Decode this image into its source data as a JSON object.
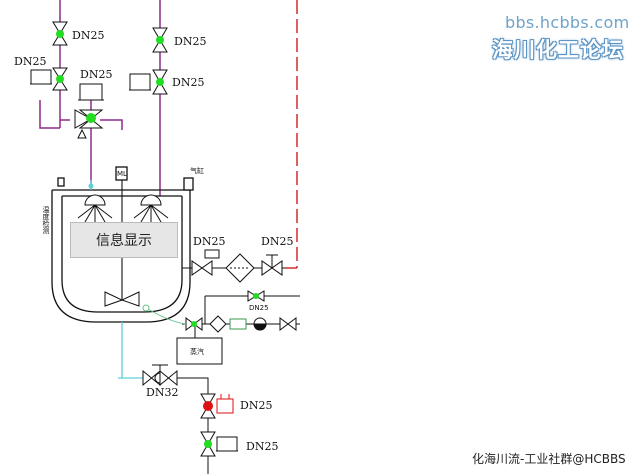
{
  "watermark": {
    "site_url": "bbs.hcbbs.com",
    "site_name": "海川化工论坛",
    "footer": "化海川流-工业社群@HCBBS"
  },
  "vessel": {
    "info_panel": "信息显示",
    "level_tag": "ML",
    "gas_tag": "气缸",
    "side_tag": "温度检测",
    "pump_tag": "蒸汽"
  },
  "valve_labels": {
    "top_left_1": "DN25",
    "top_left_2": "DN25",
    "top_left_3": "DN25",
    "top_mid_1": "DN25",
    "top_mid_2": "DN25",
    "right_1": "DN25",
    "right_2": "DN25",
    "right_small": "DN25",
    "bottom_main": "DN32",
    "bottom_1": "DN25",
    "bottom_2": "DN25"
  },
  "colors": {
    "line_purple": "#8e2a8e",
    "line_red": "#d22a2a",
    "line_cyan": "#5fd0d8",
    "line_green": "#66c28a",
    "valve_green": "#22dd22",
    "valve_red": "#dd1111"
  }
}
